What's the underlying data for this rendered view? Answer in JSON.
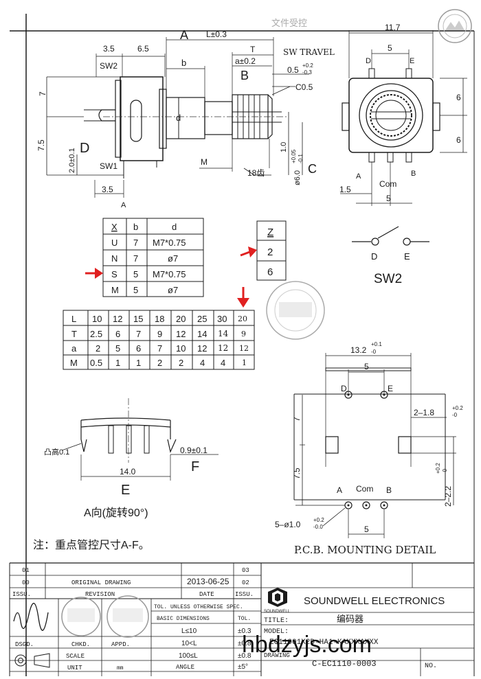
{
  "header_stamp": "文件受控",
  "side_view": {
    "labels": {
      "A": "A",
      "B": "B",
      "C": "C",
      "D": "D",
      "L": "L±0.3",
      "T": "T",
      "a": "a±0.2",
      "b": "b",
      "d": "d",
      "M": "M",
      "sw_travel": "SW TRAVEL",
      "travel_tol": "0.5",
      "travel_plus": "+0.2",
      "travel_minus": "-0.3",
      "c05": "C0.5",
      "teeth": "18齿",
      "sw2": "SW2",
      "sw1": "SW1",
      "dim_35_top": "3.5",
      "dim_65": "6.5",
      "dim_7": "7",
      "dim_75": "7.5",
      "dim_20": "2.0±0.1",
      "dim_35_bot": "3.5",
      "dim_10": "1.0",
      "dim_60": "ø6.0",
      "dim_60_plus": "+0.05",
      "dim_60_minus": "-0.1",
      "view_a": "A"
    }
  },
  "front_view": {
    "labels": {
      "width": "11.7",
      "pin_gap": "5",
      "D": "D",
      "E": "E",
      "A": "A",
      "B": "B",
      "Com": "Com",
      "h6_top": "6",
      "h6_bot": "6",
      "dim_15": "1.5",
      "dim_5": "5"
    }
  },
  "table_x": {
    "headers": [
      "X",
      "b",
      "d"
    ],
    "rows": [
      [
        "U",
        "7",
        "M7*0.75"
      ],
      [
        "N",
        "7",
        "ø7"
      ],
      [
        "S",
        "5",
        "M7*0.75"
      ],
      [
        "M",
        "5",
        "ø7"
      ]
    ]
  },
  "table_z": {
    "header": "Z",
    "rows": [
      "2",
      "6"
    ]
  },
  "sw2": {
    "D": "D",
    "E": "E",
    "label": "SW2"
  },
  "table_l": {
    "rows": [
      [
        "L",
        "10",
        "12",
        "15",
        "18",
        "20",
        "25",
        "30",
        "20"
      ],
      [
        "T",
        "2.5",
        "6",
        "7",
        "9",
        "12",
        "14",
        "14",
        "9"
      ],
      [
        "a",
        "2",
        "5",
        "6",
        "7",
        "10",
        "12",
        "12",
        "12"
      ],
      [
        "M",
        "0.5",
        "1",
        "1",
        "2",
        "2",
        "4",
        "4",
        "1"
      ]
    ]
  },
  "pins_view": {
    "bump": "凸高0.1",
    "dim_09": "0.9±0.1",
    "F": "F",
    "dim_14": "14.0",
    "E": "E",
    "caption": "A向(旋转90°)"
  },
  "note": "注：重点管控尺寸A-F。",
  "pcb": {
    "width": "13.2",
    "width_plus": "+0.1",
    "width_minus": "-0",
    "gap5_top": "5",
    "D": "D",
    "E": "E",
    "slot": "2–1.8",
    "slot_plus": "+0.2",
    "slot_minus": "-0",
    "dim_7": "7",
    "dim_75": "7.5",
    "A": "A",
    "Com": "Com",
    "B": "B",
    "hole": "2–2.2",
    "hole_plus": "+0.2",
    "hole_minus": "-0",
    "pin_hole": "5–ø1.0",
    "pin_plus": "+0.2",
    "pin_minus": "-0.0",
    "gap5_bot": "5",
    "title": "P.C.B.  MOUNTING DETAIL"
  },
  "title_block": {
    "rev01": "01",
    "rev00": "00",
    "issu": "ISSU.",
    "original_drawing": "ORIGINAL  DRAWING",
    "revision": "REVISION",
    "date": "2013-06-25",
    "date_label": "DATE",
    "issu_right": "ISSU.",
    "r03": "03",
    "r02": "02",
    "company": "SOUNDWELL ELECTRONICS",
    "logo_text": "SOUNDWELL",
    "title_label": "TITLE:",
    "title_value": "编码器",
    "model_label": "MODEL:",
    "model_value": "EC11001X2D-HA1-KAXXXAXXX",
    "drawing_label": "DRAWING",
    "drawing_value": "C-EC1110-0003",
    "no_label": "NO.",
    "tol_header": "TOL. UNLESS OTHERWISE SPEC.",
    "basic_dim": "BASIC DIMENSIONS",
    "tol": "TOL.",
    "tol_rows": [
      [
        "L≤10",
        "±0.3"
      ],
      [
        "10<L",
        "±0.8"
      ],
      [
        "100≤L",
        "±0.8"
      ]
    ],
    "angle": "ANGLE",
    "angle_tol": "±5°",
    "dsgd": "DSGD.",
    "chkd": "CHKD.",
    "appd": "APPD.",
    "scale": "SCALE",
    "unit": "UNIT",
    "unit_val": "mm"
  },
  "watermark": "hbdzyjs.com"
}
